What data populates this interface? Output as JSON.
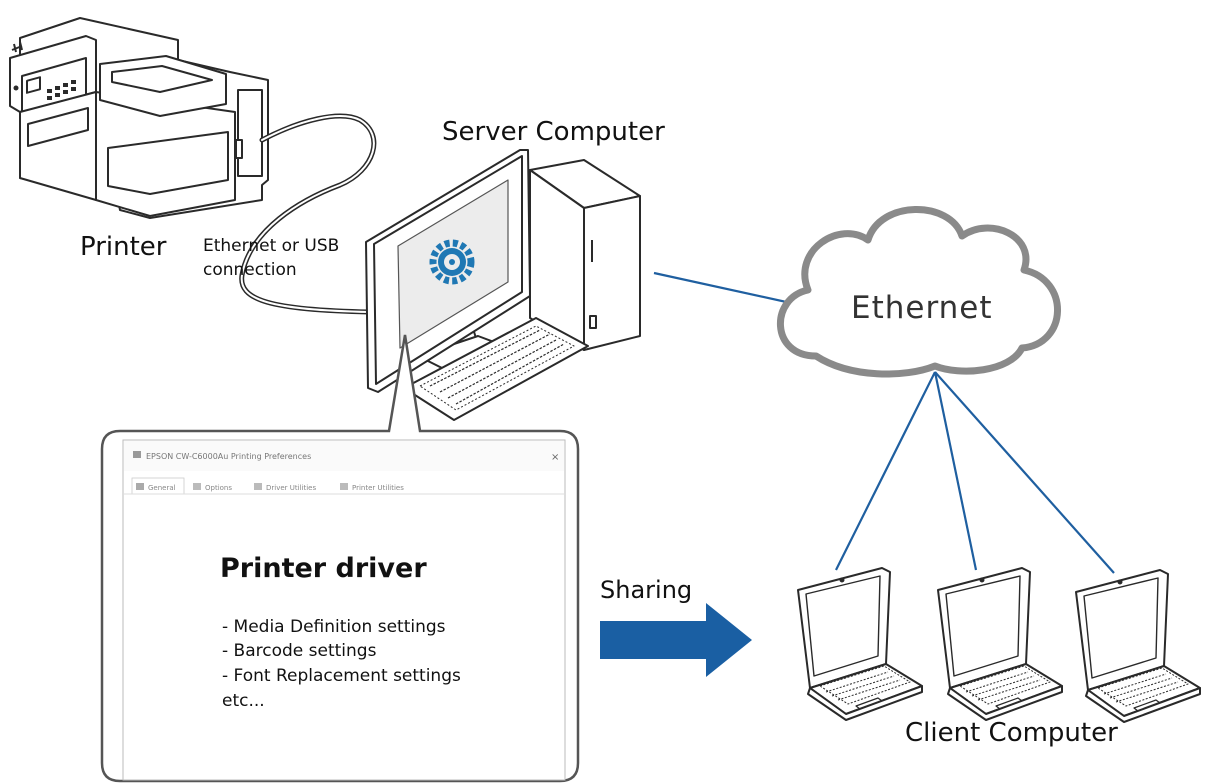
{
  "labels": {
    "printer": "Printer",
    "connection_line1": "Ethernet or USB",
    "connection_line2": "connection",
    "server": "Server Computer",
    "ethernet": "Ethernet",
    "client": "Client Computer",
    "sharing": "Sharing"
  },
  "driver_panel": {
    "window_title": "EPSON CW-C6000Au Printing Preferences",
    "tabs": [
      "General",
      "Options",
      "Driver Utilities",
      "Printer Utilities"
    ],
    "heading": "Printer driver",
    "items": [
      "- Media Definition settings",
      "- Barcode settings",
      "- Font Replacement settings",
      "etc..."
    ]
  },
  "colors": {
    "line_blue": "#1f5fa0",
    "arrow_blue": "#1a5fa3",
    "gear_blue": "#1f78b4",
    "cloud_gray": "#8a8a8a",
    "outline": "#2a2a2a"
  }
}
